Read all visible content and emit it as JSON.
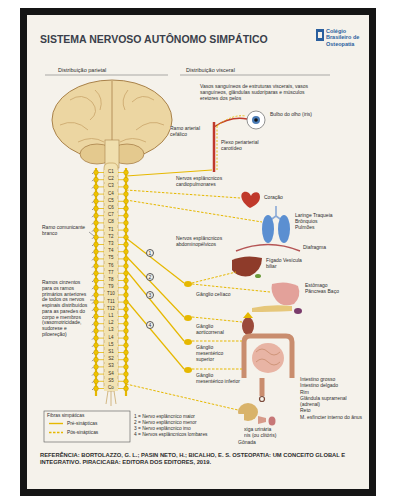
{
  "diagram": {
    "title": "SISTEMA NERVOSO AUTÔNOMO SIMPÁTICO",
    "caption": "REFERÊNCIA: BORTOLAZZO, G. L.; PASIN NETO, H.; BICALHO, E. S. OSTEOPATIA: UM CONCEITO GLOBAL E INTEGRATIVO. PIRACICABA: EDITORA DOS EDITORES, 2019.",
    "labels": [
      "Colégio Brasileiro de Osteopatia",
      "Distribuição parietal",
      "Distribuição visceral",
      "Vasos sanguíneos de estruturas viscerais, vasos sanguíneos, glândulas sudoríparas e músculos eretores dos pelos",
      "Bulbo do olho (íris)",
      "Ramo arterial cefálico",
      "Plexo periarterial carotídeo",
      "Nervos esplâncnicos cardiopulmonares",
      "Coração",
      "Laringe Traqueia Brônquios Pulmões",
      "Ramo comunicante branco",
      "Ramos cinzentos para os ramos primários anteriores de todos os nervos espinais distribuídos para as paredes do corpo e membros (vasomotricidade, sudorese e piloereção)",
      "Nervos esplâncnicos abdominopélvicos",
      "Diafragma",
      "Fígado Vesícula biliar",
      "Gânglio celíaco",
      "Estômago Pâncreas Baço",
      "Gânglio aorticorrenal",
      "Gânglio mesentérico superior",
      "Gânglio mesentérico inferior",
      "Intestino grosso",
      "Intestino delgado",
      "Rim",
      "Glândula suprarrenal (adrenal)",
      "Reto",
      "M. esfíncter interno do ânus",
      "Bexiga urinária",
      "Pênis (ou clitóris)",
      "Gônada",
      "Fibras simpáticas",
      "1 = Nervo esplâncnico maior",
      "2 = Nervo esplâncnico menor",
      "3 = Nervo esplâncnico imo",
      "4 = Nervos esplâncnicos lombares",
      "1",
      "2",
      "3",
      "4",
      "C1",
      "C2",
      "C3",
      "C4",
      "C5",
      "C6",
      "C7",
      "C8",
      "T1",
      "T2",
      "T3",
      "T4",
      "T5",
      "T6",
      "T7",
      "T8",
      "T9",
      "T10",
      "T11",
      "T12",
      "L1",
      "L2",
      "L3",
      "L4",
      "L5",
      "S1",
      "S2",
      "S3",
      "S4",
      "S5",
      "Co"
    ],
    "legend": [
      {
        "text": "Pré-sinápticas"
      },
      {
        "text": "Pós-sinápticas"
      }
    ]
  }
}
